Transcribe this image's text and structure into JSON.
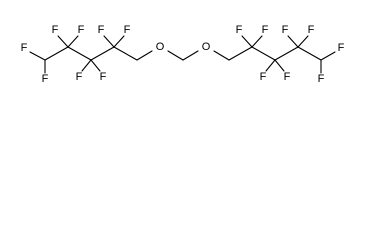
{
  "molecule": {
    "atoms": [
      {
        "id": "f1",
        "label": "F"
      },
      {
        "id": "f2",
        "label": "F"
      },
      {
        "id": "f3",
        "label": "F"
      },
      {
        "id": "f4",
        "label": "F"
      },
      {
        "id": "f5",
        "label": "F"
      },
      {
        "id": "f6",
        "label": "F"
      },
      {
        "id": "f7",
        "label": "F"
      },
      {
        "id": "f8",
        "label": "F"
      },
      {
        "id": "o1",
        "label": "O"
      },
      {
        "id": "o2",
        "label": "O"
      },
      {
        "id": "f9",
        "label": "F"
      },
      {
        "id": "f10",
        "label": "F"
      },
      {
        "id": "f11",
        "label": "F"
      },
      {
        "id": "f12",
        "label": "F"
      },
      {
        "id": "f13",
        "label": "F"
      },
      {
        "id": "f14",
        "label": "F"
      },
      {
        "id": "f15",
        "label": "F"
      },
      {
        "id": "f16",
        "label": "F"
      }
    ]
  }
}
